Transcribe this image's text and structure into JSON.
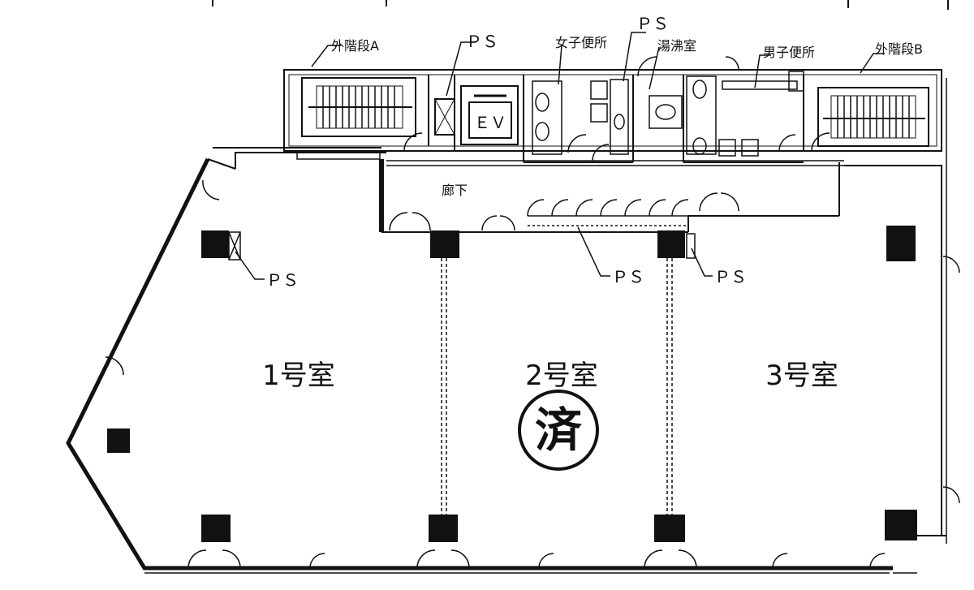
{
  "labels": {
    "stair_a": "外階段A",
    "stair_b": "外階段B",
    "ps_top_left": "ＰＳ",
    "ps_top_right": "ＰＳ",
    "womens_toilet": "女子便所",
    "kitchenette": "湯沸室",
    "mens_toilet": "男子便所",
    "elevator": "ＥＶ",
    "corridor": "廊下",
    "ps_room1": "ＰＳ",
    "ps_center": "ＰＳ",
    "ps_right": "ＰＳ",
    "room1": "1号室",
    "room2": "2号室",
    "room3": "3号室",
    "stamp": "済"
  },
  "colors": {
    "ink": "#111111",
    "paper": "#ffffff"
  }
}
